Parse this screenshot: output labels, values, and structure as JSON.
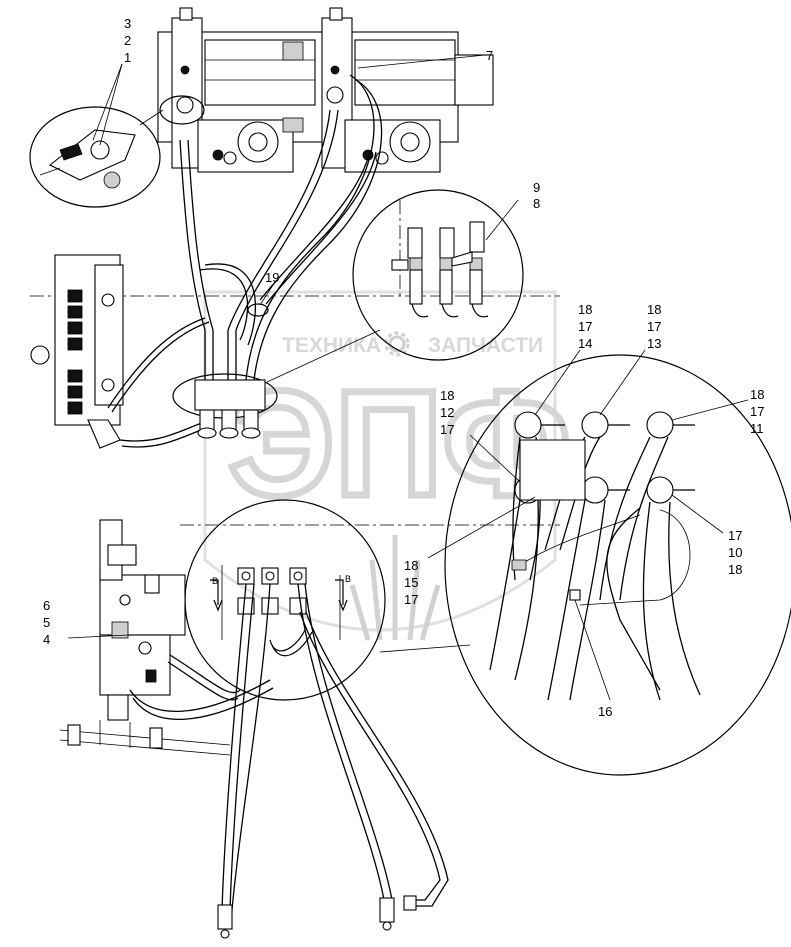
{
  "watermark": {
    "brand_left": "ТЕХНИКА",
    "brand_right": "ЗАПЧАСТИ",
    "logo": "ЭПФ",
    "gear_icon": "gear-icon"
  },
  "view_markers": {
    "left": "B",
    "right": "B"
  },
  "callouts": [
    {
      "id": "c-3",
      "text": "3"
    },
    {
      "id": "c-2",
      "text": "2"
    },
    {
      "id": "c-1",
      "text": "1"
    },
    {
      "id": "c-7",
      "text": "7"
    },
    {
      "id": "c-9",
      "text": "9"
    },
    {
      "id": "c-8",
      "text": "8"
    },
    {
      "id": "c-19",
      "text": "19"
    },
    {
      "id": "c-18a",
      "text": "18"
    },
    {
      "id": "c-17a",
      "text": "17"
    },
    {
      "id": "c-14",
      "text": "14"
    },
    {
      "id": "c-18b",
      "text": "18"
    },
    {
      "id": "c-17b",
      "text": "17"
    },
    {
      "id": "c-13",
      "text": "13"
    },
    {
      "id": "c-18c",
      "text": "18"
    },
    {
      "id": "c-17c",
      "text": "17"
    },
    {
      "id": "c-11",
      "text": "11"
    },
    {
      "id": "c-18d",
      "text": "18"
    },
    {
      "id": "c-12",
      "text": "12"
    },
    {
      "id": "c-17d",
      "text": "17"
    },
    {
      "id": "c-17e",
      "text": "17"
    },
    {
      "id": "c-10",
      "text": "10"
    },
    {
      "id": "c-18e",
      "text": "18"
    },
    {
      "id": "c-18f",
      "text": "18"
    },
    {
      "id": "c-15",
      "text": "15"
    },
    {
      "id": "c-17f",
      "text": "17"
    },
    {
      "id": "c-16",
      "text": "16"
    },
    {
      "id": "c-6",
      "text": "6"
    },
    {
      "id": "c-5",
      "text": "5"
    },
    {
      "id": "c-4",
      "text": "4"
    }
  ]
}
